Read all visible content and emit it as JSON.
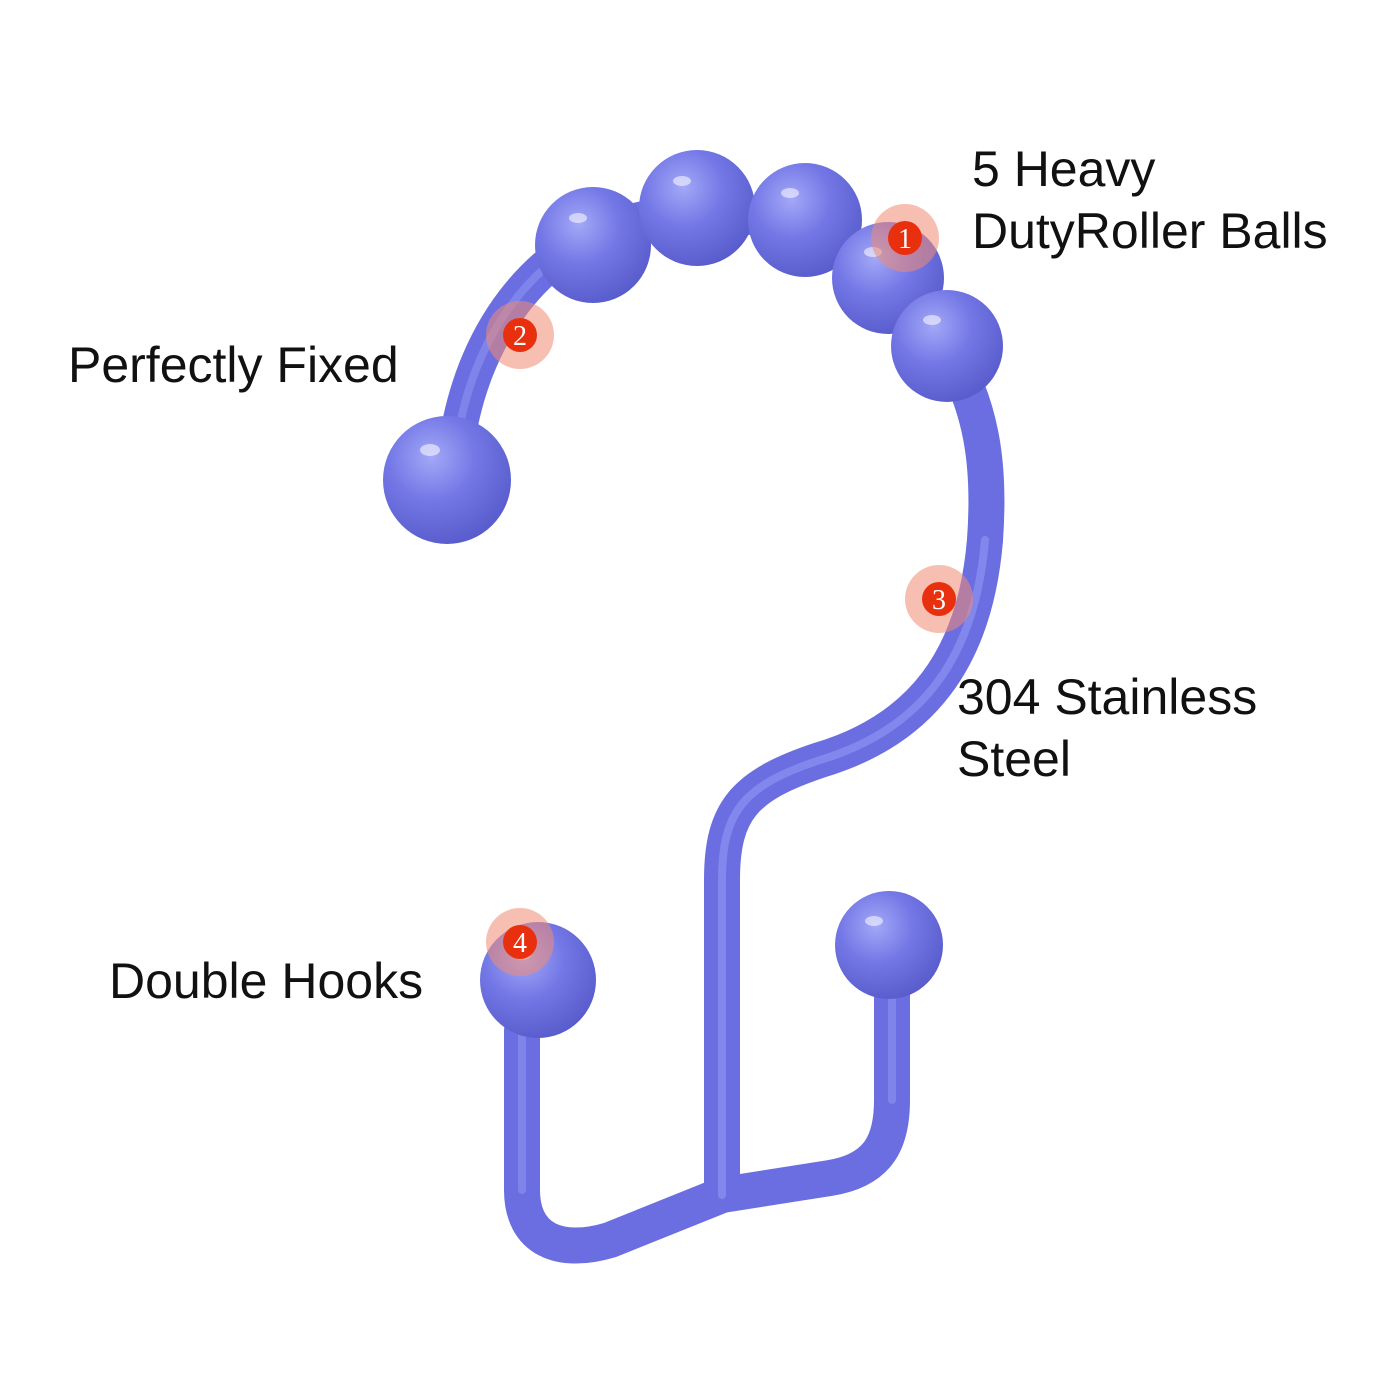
{
  "features": [
    {
      "number": "1",
      "lines": [
        "5 Heavy",
        "DutyRoller Balls"
      ]
    },
    {
      "number": "2",
      "lines": [
        "Perfectly Fixed"
      ]
    },
    {
      "number": "3",
      "lines": [
        "304 Stainless",
        "Steel"
      ]
    },
    {
      "number": "4",
      "lines": [
        "Double Hooks"
      ]
    }
  ],
  "colors": {
    "hook": "#6f73e2",
    "hook_dark": "#5458c8",
    "hook_light": "#9aa0f4",
    "marker_dot": "#e8300f",
    "marker_halo": "#f08a72",
    "text": "#111111",
    "background": "#ffffff"
  }
}
